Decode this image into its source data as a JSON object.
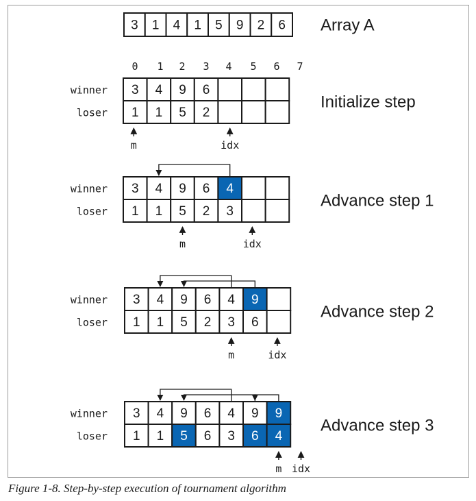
{
  "colors": {
    "highlight": "#0a66b3",
    "line": "#1a1a1a"
  },
  "array_a": {
    "label": "Array A",
    "values": [
      "3",
      "1",
      "4",
      "1",
      "5",
      "9",
      "2",
      "6"
    ]
  },
  "indices": [
    "0",
    "1",
    "2",
    "3",
    "4",
    "5",
    "6",
    "7"
  ],
  "row_labels": {
    "winner": "winner",
    "loser": "loser"
  },
  "pointers": {
    "m": "m",
    "idx": "idx"
  },
  "steps": [
    {
      "title": "Initialize step",
      "winner": [
        "3",
        "4",
        "9",
        "6",
        "",
        "",
        ""
      ],
      "loser": [
        "1",
        "1",
        "5",
        "2",
        "",
        "",
        ""
      ],
      "winner_highlight": [],
      "loser_highlight": [],
      "m_index": 0,
      "idx_index": 4,
      "links": []
    },
    {
      "title": "Advance step 1",
      "winner": [
        "3",
        "4",
        "9",
        "6",
        "4",
        "",
        ""
      ],
      "loser": [
        "1",
        "1",
        "5",
        "2",
        "3",
        "",
        ""
      ],
      "winner_highlight": [
        4
      ],
      "loser_highlight": [],
      "m_index": 2,
      "idx_index": 5,
      "links": [
        {
          "from": 4,
          "to": 1,
          "level": 0
        }
      ]
    },
    {
      "title": "Advance step 2",
      "winner": [
        "3",
        "4",
        "9",
        "6",
        "4",
        "9",
        ""
      ],
      "loser": [
        "1",
        "1",
        "5",
        "2",
        "3",
        "6",
        ""
      ],
      "winner_highlight": [
        5
      ],
      "loser_highlight": [],
      "m_index": 4,
      "idx_index": 6,
      "links": [
        {
          "from": 4,
          "to": 1,
          "level": 0
        },
        {
          "from": 5,
          "to": 2,
          "level": 1
        }
      ]
    },
    {
      "title": "Advance step 3",
      "winner": [
        "3",
        "4",
        "9",
        "6",
        "4",
        "9",
        "9"
      ],
      "loser": [
        "1",
        "1",
        "5",
        "6",
        "3",
        "6",
        "4"
      ],
      "winner_highlight": [
        6
      ],
      "loser_highlight": [
        2,
        5,
        6
      ],
      "m_index": 6,
      "idx_index": 7,
      "links": [
        {
          "from": 4,
          "to": 1,
          "level": 0
        },
        {
          "from": 5,
          "to": 2,
          "level": 1
        },
        {
          "from": 6,
          "to": 5,
          "level": 1
        }
      ]
    }
  ],
  "caption": "Figure 1-8. Step-by-step execution of tournament algorithm"
}
